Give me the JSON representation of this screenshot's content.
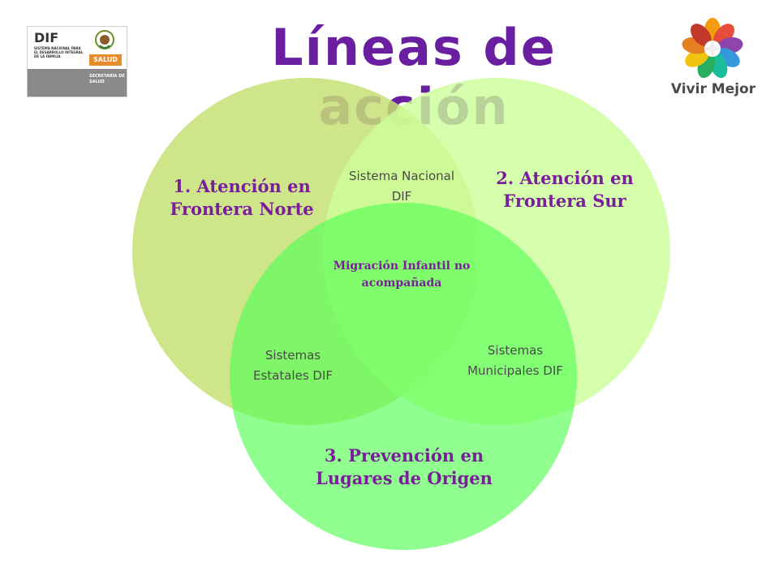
{
  "title": "Líneas de acción",
  "logo_left": {
    "name": "DIF",
    "subtitle": "SISTEMA NACIONAL PARA EL DESARROLLO INTEGRAL DE LA FAMILIA",
    "salud": "SALUD",
    "secretaria": "SECRETARÍA DE SALUD"
  },
  "logo_right": {
    "text": "Vivir Mejor"
  },
  "venn": {
    "circles": [
      {
        "label": "1. Atención en Frontera Norte",
        "color": "#c7e075"
      },
      {
        "label": "2. Atención en Frontera Sur",
        "color": "#ccff99"
      },
      {
        "label": "3. Prevención en Lugares de Origen",
        "color": "#66ff66"
      }
    ],
    "intersections": {
      "top": "Sistema Nacional DIF",
      "left": "Sistemas Estatales DIF",
      "right": "Sistemas Municipales DIF",
      "center": "Migración Infantil no acompañada"
    }
  },
  "colors": {
    "title": "#6a1fa0",
    "label": "#7a1f9a"
  }
}
